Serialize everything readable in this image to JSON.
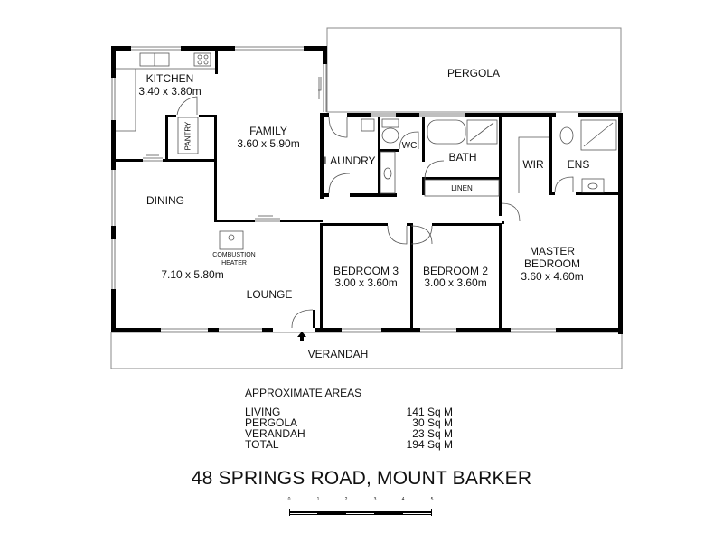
{
  "plan": {
    "title": "48 SPRINGS ROAD, MOUNT BARKER",
    "wall_color": "#000000",
    "outline_color": "#888888",
    "rooms": {
      "kitchen": {
        "name": "KITCHEN",
        "size": "3.40 x 3.80m"
      },
      "pantry": {
        "name": "PANTRY"
      },
      "family": {
        "name": "FAMILY",
        "size": "3.60 x 5.90m"
      },
      "pergola": {
        "name": "PERGOLA"
      },
      "laundry": {
        "name": "LAUNDRY"
      },
      "wc": {
        "name": "WC"
      },
      "bath": {
        "name": "BATH"
      },
      "linen": {
        "name": "LINEN"
      },
      "wir": {
        "name": "WIR"
      },
      "ens": {
        "name": "ENS"
      },
      "dining": {
        "name": "DINING"
      },
      "heater": {
        "line1": "COMBUSTION",
        "line2": "HEATER"
      },
      "lounge": {
        "name": "LOUNGE",
        "size": "7.10 x 5.80m"
      },
      "bedroom3": {
        "name": "BEDROOM 3",
        "size": "3.00 x 3.60m"
      },
      "bedroom2": {
        "name": "BEDROOM 2",
        "size": "3.00 x 3.60m"
      },
      "master": {
        "line1": "MASTER",
        "line2": "BEDROOM",
        "size": "3.60 x 4.60m"
      },
      "verandah": {
        "name": "VERANDAH"
      }
    }
  },
  "areas": {
    "heading": "APPROXIMATE AREAS",
    "rows": [
      {
        "label": "LIVING",
        "value": "141 Sq M"
      },
      {
        "label": "PERGOLA",
        "value": "30 Sq M"
      },
      {
        "label": "VERANDAH",
        "value": "23 Sq M"
      },
      {
        "label": "TOTAL",
        "value": "194 Sq M"
      }
    ]
  },
  "scale_bar": {
    "ticks": [
      "0",
      "1",
      "2",
      "3",
      "4",
      "5"
    ]
  }
}
